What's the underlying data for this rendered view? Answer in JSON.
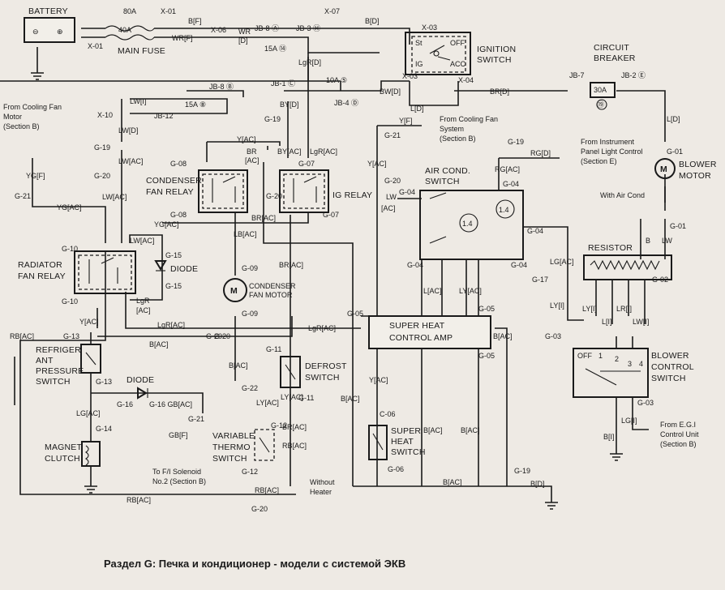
{
  "caption": "Раздел G: Печка и кондиционер - модели с системой ЭКВ",
  "components": {
    "battery": "BATTERY",
    "main_fuse": "MAIN FUSE",
    "main_fuse_80": "80A",
    "main_fuse_40": "40A",
    "ignition_switch": [
      "IGNITION",
      "SWITCH"
    ],
    "ig_st": "St",
    "ig_off": "OFF",
    "ig_ig": "IG",
    "ig_acc": "ACC",
    "circuit_breaker": [
      "CIRCUIT",
      "BREAKER"
    ],
    "cb_30a": "30A",
    "blower_motor": [
      "BLOWER",
      "MOTOR"
    ],
    "condenser_fan_relay": [
      "CONDENSER",
      "FAN RELAY"
    ],
    "ig_relay": "IG RELAY",
    "air_cond_switch": [
      "AIR COND.",
      "SWITCH"
    ],
    "resistor": "RESISTOR",
    "radiator_fan_relay": [
      "RADIATOR",
      "FAN RELAY"
    ],
    "diode_1": "DIODE",
    "condenser_fan_motor": [
      "CONDENSER",
      "FAN MOTOR"
    ],
    "super_heat_amp": [
      "SUPER HEAT",
      "CONTROL AMP"
    ],
    "refriger_switch": [
      "REFRIGER",
      "ANT",
      "PRESSURE",
      "SWITCH"
    ],
    "diode_2": "DIODE",
    "defrost_switch": [
      "DEFROST",
      "SWITCH"
    ],
    "blower_control_switch": [
      "BLOWER",
      "CONTROL",
      "SWITCH"
    ],
    "blower_positions": [
      "OFF",
      "1",
      "2",
      "3",
      "4"
    ],
    "magnet_clutch": [
      "MAGNET",
      "CLUTCH"
    ],
    "variable_thermo": [
      "VARIABLE",
      "THERMO",
      "SWITCH"
    ],
    "super_heat_switch": [
      "SUPER",
      "HEAT",
      "SWITCH"
    ],
    "motor_symbol": "M",
    "amp_1_4": "1.4"
  },
  "notes": {
    "from_cooling_fan_motor": [
      "From Cooling Fan",
      "Motor",
      "(Section B)"
    ],
    "from_cooling_fan_system": [
      "From Cooling Fan",
      "System",
      "(Section B)"
    ],
    "from_instrument_panel": [
      "From Instrument",
      "Panel Light Control",
      "(Section E)"
    ],
    "with_air_cond": "With Air Cond",
    "to_fi_solenoid": [
      "To F/I Solenoid",
      "No.2 (Section B)"
    ],
    "without_heater": [
      "Without",
      "Heater"
    ],
    "from_egi": [
      "From E.G.I",
      "Control Unit",
      "(Section B)"
    ]
  },
  "wire_labels": {
    "x01_top": "X-01",
    "x01_left": "X-01",
    "b_f": "B[F]",
    "x07": "X-07",
    "b_d_top": "B[D]",
    "x03_top": "X-03",
    "x06": "X-06",
    "wr_f": "WR[F]",
    "wr": "WR",
    "d": "[D]",
    "jb8a": "JB-8 Ⓐ",
    "jb3": "JB-3 Ⓗ",
    "fuse15a_14": "15A ⑭",
    "lgr_d": "LgR[D]",
    "jb8b": "JB-8 Ⓑ",
    "jb1": "JB-1 Ⓒ",
    "fuse10a_5": "10A ⑤",
    "bw_d": "BW[D]",
    "x03_bot": "X-03",
    "x04": "X-04",
    "jb4": "JB-4 Ⓓ",
    "br_d": "BR[D]",
    "l_d_mid": "L[D]",
    "jb7": "JB-7",
    "jb2": "JB-2 Ⓔ",
    "x10": "X-10",
    "lw_i": "LW[I]",
    "jb12": "JB-12",
    "fuse15a_8": "15A ⑧",
    "by_d": "BY[D]",
    "g19_a": "G-19",
    "y_f": "Y[F]",
    "g21_top": "G-21",
    "l_d_right": "L[D]",
    "g01_top": "G-01",
    "lw_d": "LW[D]",
    "g19_b": "G-19",
    "lw_ac_1": "LW[AC]",
    "g20_a": "G-20",
    "lw_ac_2": "LW[AC]",
    "yg_f": "YG[F]",
    "g21_left": "G-21",
    "yg_ac_1": "YG[AC]",
    "y_ac_top": "Y[AC]",
    "br": "BR",
    "ac_br": "[AC]",
    "by_ac": "BY[AC]",
    "lgr_ac_top": "LgR[AC]",
    "g08_top": "G-08",
    "g07_top": "G-07",
    "g20_relay": "G-20",
    "g08_bot": "G-08",
    "g07_bot": "G-07",
    "y_ac_2": "Y[AC]",
    "g20_b": "G-20",
    "lw_mid": "LW",
    "ac_mid": "[AC]",
    "g04_a": "G-04",
    "br_ac_1": "BR[AC]",
    "yg_ac_2": "YG[AC]",
    "lb_ac": "LB[AC]",
    "g10_top": "G-10",
    "lw_ac_3": "LW[AC]",
    "g15_a": "G-15",
    "g15_b": "G-15",
    "g09_a": "G-09",
    "g09_b": "G-09",
    "g10_bot": "G-10",
    "lgr_1": "LgR",
    "ac_small": "[AC]",
    "y_ac_3": "Y[AC]",
    "br_ac_2": "BR[AC]",
    "lgr_ac_2": "LgR[AC]",
    "g20_c": "G-20",
    "lgr_ac_3": "LgR[AC]",
    "g05_left": "G-05",
    "g13_a": "G-13",
    "b_ac_1": "B[AC]",
    "rb_ac_1": "RB[AC]",
    "g19_c": "G-19",
    "rg_d": "RG[D]",
    "rg_ac": "RG[AC]",
    "g04_b": "G-04",
    "g04_c": "G-04",
    "g04_d": "G-04",
    "g04_e": "G-04",
    "lg_ac": "LG[AC]",
    "g17": "G-17",
    "ly_i_1": "LY[I]",
    "l_ac": "L[AC]",
    "ly_ac": "LY[AC]",
    "g05_right": "G-05",
    "g05_bot": "G-05",
    "b_ac_2": "B[AC]",
    "g01_bot": "G-01",
    "b": "B",
    "lw_r": "LW",
    "g02": "G-02",
    "ly_i_2": "LY[I]",
    "lr_i": "LR[I]",
    "lw_i_2": "LW[I]",
    "g03_top": "G-03",
    "l_i": "L[I]",
    "g03_bot": "G-03",
    "lg_i": "LG[I]",
    "b_i": "B[I]",
    "g11_a": "G-11",
    "g11_b": "G-11",
    "b_ac_3": "B[AC]",
    "g22": "G-22",
    "ly_ac_2": "LY[AC]",
    "g12_a": "G-12",
    "rb_ac_2": "RB[AC]",
    "g12_b": "G-12",
    "rb_ac_3": "RB[AC]",
    "rb_ac_4": "RB[AC]",
    "g20_d": "G-20",
    "g13_b": "G-13",
    "g16_a": "G-16",
    "g16_b": "G-16 GB[AC]",
    "g21_b": "G-21",
    "gb_f": "GB[F]",
    "lg_ac_2": "LG[AC]",
    "g14": "G-14",
    "y_ac_4": "Y[AC]",
    "c06": "C-06",
    "g06": "G-06",
    "b_ac_4": "B[AC]",
    "b_ac_5": "B[AC]",
    "b_ac_6": "B[AC]",
    "b_ac_7": "B[AC]",
    "g19_d": "G-19",
    "b_d_bot": "B[D]",
    "ly_ac_3": "LY[AC]",
    "br_ac_3": "BR[AC]",
    "g20_e": "G-20"
  }
}
